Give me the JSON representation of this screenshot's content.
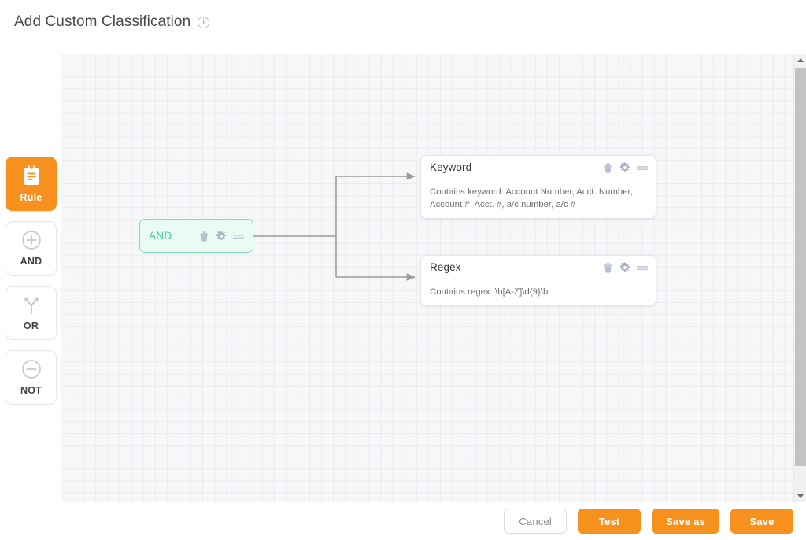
{
  "header": {
    "title": "Add Custom Classification",
    "info_icon": "info-icon",
    "info_glyph": "i"
  },
  "palette": {
    "items": [
      {
        "label": "Rule",
        "icon": "clipboard-icon",
        "active": true
      },
      {
        "label": "AND",
        "icon": "plus-circle-icon",
        "active": false
      },
      {
        "label": "OR",
        "icon": "branch-fork-icon",
        "active": false
      },
      {
        "label": "NOT",
        "icon": "minus-circle-icon",
        "active": false
      }
    ]
  },
  "canvas": {
    "operator_node": {
      "title": "AND",
      "type": "and",
      "actions": [
        "trash-icon",
        "gear-icon",
        "drag-handle-icon"
      ],
      "color": "#3ecf93",
      "background": "#eafbf3",
      "border": "#7fdcb4"
    },
    "rule_cards": [
      {
        "title": "Keyword",
        "body": "Contains keyword: Account Number, Acct. Number, Account #, Acct. #, a/c number, a/c #",
        "actions": [
          "trash-icon",
          "gear-icon",
          "drag-handle-icon"
        ]
      },
      {
        "title": "Regex",
        "body": "Contains regex: \\b[A-Z]\\d{9}\\b",
        "actions": [
          "trash-icon",
          "gear-icon",
          "drag-handle-icon"
        ]
      }
    ],
    "grid_color": "#e9ebef",
    "background": "#f6f7f9",
    "connector_color": "#9b9b9b"
  },
  "scrollbar": {
    "up_icon": "chevron-up-icon",
    "down_icon": "chevron-down-icon",
    "orientation": "vertical"
  },
  "footer": {
    "buttons": [
      {
        "label": "Cancel",
        "style": "secondary"
      },
      {
        "label": "Test",
        "style": "primary"
      },
      {
        "label": "Save as",
        "style": "primary"
      },
      {
        "label": "Save",
        "style": "primary"
      }
    ],
    "accent_color": "#F6911E"
  }
}
